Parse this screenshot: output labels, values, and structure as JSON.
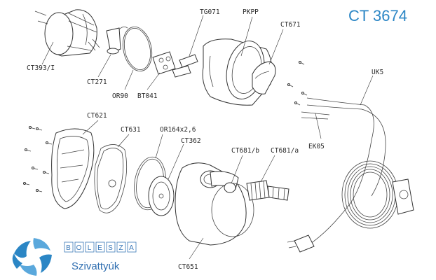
{
  "title": "CT 3674",
  "brand": {
    "letters": [
      "B",
      "O",
      "L",
      "E",
      "S",
      "Z",
      "A"
    ],
    "subtitle": "Szivattyúk",
    "color": "#2b86c5"
  },
  "parts": [
    {
      "id": "ct393",
      "label": "CT393/I"
    },
    {
      "id": "ct271",
      "label": "CT271"
    },
    {
      "id": "or90",
      "label": "OR90"
    },
    {
      "id": "bt041",
      "label": "BT041"
    },
    {
      "id": "tg071",
      "label": "TG071"
    },
    {
      "id": "pkpp",
      "label": "PKPP"
    },
    {
      "id": "ct671",
      "label": "CT671"
    },
    {
      "id": "uk5",
      "label": "UK5"
    },
    {
      "id": "ct621",
      "label": "CT621"
    },
    {
      "id": "ct631",
      "label": "CT631"
    },
    {
      "id": "or164",
      "label": "OR164x2,6"
    },
    {
      "id": "ct362",
      "label": "CT362"
    },
    {
      "id": "ct681b",
      "label": "CT681/b"
    },
    {
      "id": "ct681a",
      "label": "CT681/a"
    },
    {
      "id": "ek05",
      "label": "EK05"
    },
    {
      "id": "ct651",
      "label": "CT651"
    }
  ]
}
